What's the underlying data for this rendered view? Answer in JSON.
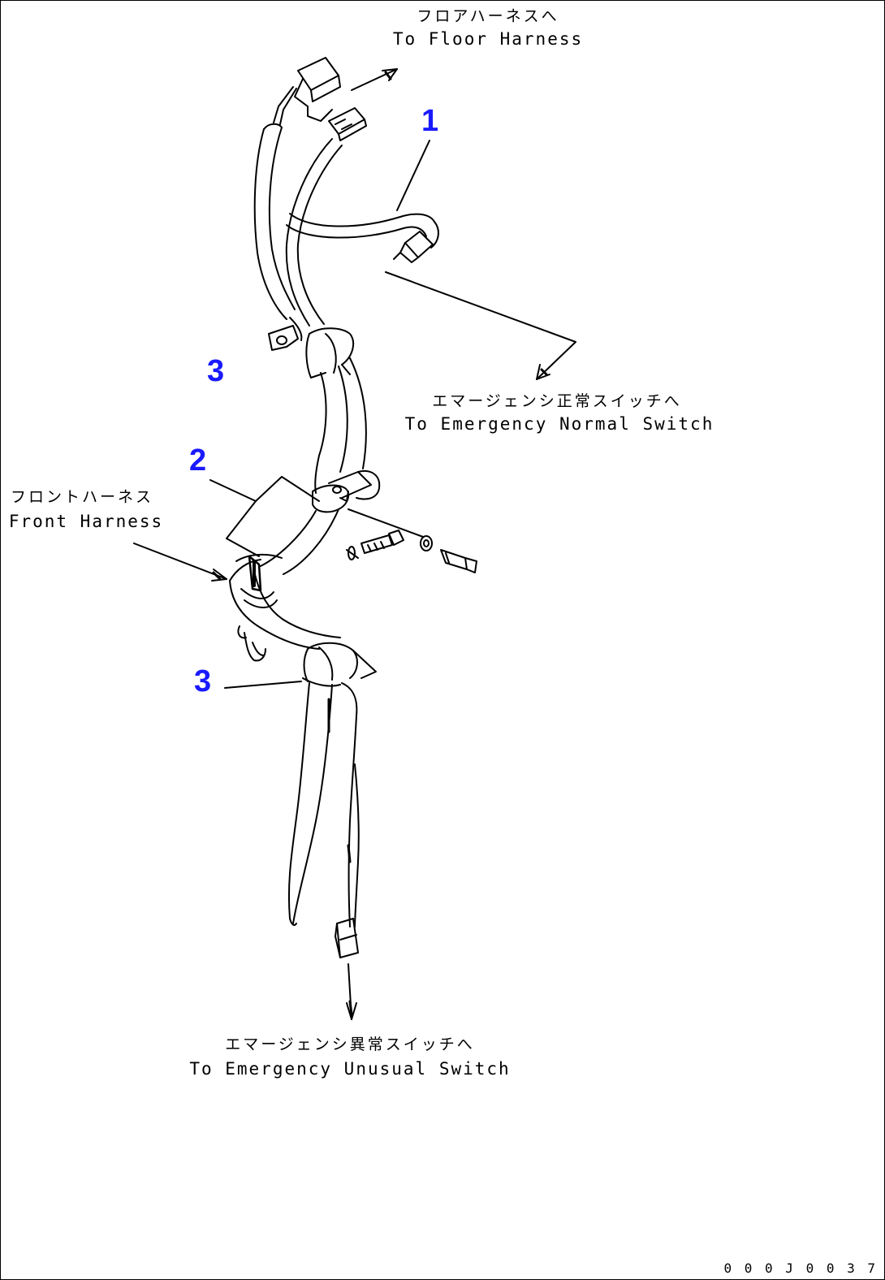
{
  "labels": {
    "floor_harness": {
      "jp": "フロアハーネスへ",
      "en": "To Floor Harness"
    },
    "emergency_normal": {
      "jp": "エマージェンシ正常スイッチへ",
      "en": "To Emergency Normal Switch"
    },
    "front_harness": {
      "jp": "フロントハーネス",
      "en": "Front Harness"
    },
    "emergency_unusual": {
      "jp": "エマージェンシ異常スイッチへ",
      "en": "To Emergency Unusual Switch"
    }
  },
  "callouts": {
    "part1": "1",
    "part2": "2",
    "part3_upper": "3",
    "part3_lower": "3"
  },
  "figure_id": "0 0 0 J 0 0 3 7",
  "colors": {
    "callout": "#1a1aff",
    "line": "#000000"
  }
}
